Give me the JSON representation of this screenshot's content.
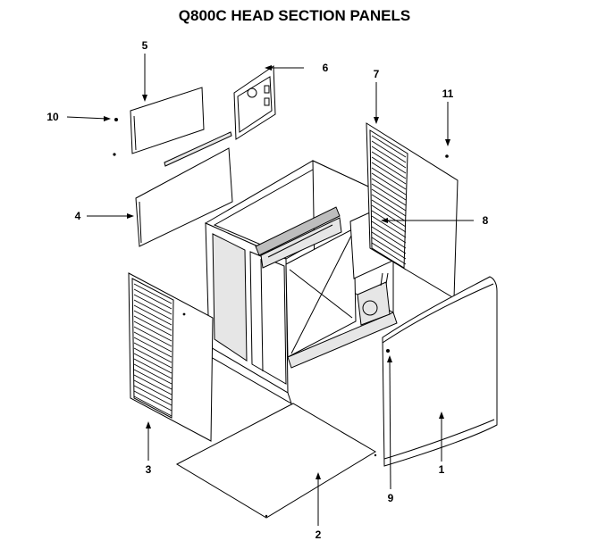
{
  "title": "Q800C HEAD SECTION PANELS",
  "callouts": {
    "c1": "1",
    "c2": "2",
    "c3": "3",
    "c4": "4",
    "c5": "5",
    "c6": "6",
    "c7": "7",
    "c8": "8",
    "c9": "9",
    "c10": "10",
    "c11": "11"
  }
}
